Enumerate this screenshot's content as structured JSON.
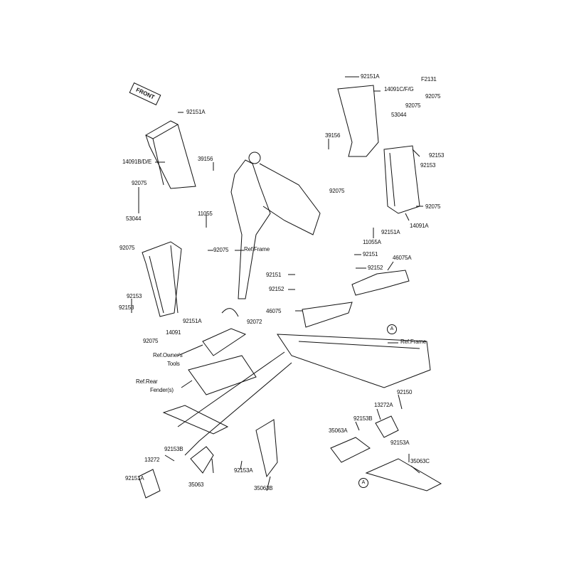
{
  "diagram_code": "F2131",
  "front_label": "FRONT",
  "labels": {
    "l92151A_1": "92151A",
    "l39156_1": "39156",
    "l14091BDE": "14091B/D/E",
    "l92075_1": "92075",
    "l53044_1": "53044",
    "l11055": "11055",
    "l92075_2": "92075",
    "l92075_3": "92075",
    "lRefFrame_1": "Ref.Frame",
    "l92153_1": "92153",
    "l92153_2": "92153",
    "l92151A_2": "92151A",
    "l14091": "14091",
    "l92075_4": "92075",
    "l92072": "92072",
    "l92151_1": "92151",
    "l92152_1": "92152",
    "l46075": "46075",
    "l92151A_3": "92151A",
    "l14091CFG": "14091C/F/G",
    "l92075_5": "92075",
    "l92075_6": "92075",
    "l53044_2": "53044",
    "l39156_2": "39156",
    "l92153_3": "92153",
    "l92153_4": "92153",
    "l92075_7": "92075",
    "l92075_8": "92075",
    "l14091A": "14091A",
    "l92151A_4": "92151A",
    "l11055A": "11055A",
    "l92151_2": "92151",
    "l92152_2": "92152",
    "l46075A": "46075A",
    "lRefFrame_2": "Ref.Frame",
    "lOwnersTools_1": "Ref.Owner's",
    "lOwnersTools_2": "Tools",
    "lRearFender_1": "Ref.Rear",
    "lRearFender_2": "Fender(s)",
    "l92150": "92150",
    "l13272A": "13272A",
    "l92153B_1": "92153B",
    "l35063A": "35063A",
    "l92153A_1": "92153A",
    "l35063C": "35063C",
    "l92153B_2": "92153B",
    "l13272": "13272",
    "l92151A_5": "92151A",
    "l35063": "35063",
    "l92153A_2": "92153A",
    "l35063B": "35063B"
  },
  "callouts": {
    "a1": "A",
    "a2": "A"
  }
}
